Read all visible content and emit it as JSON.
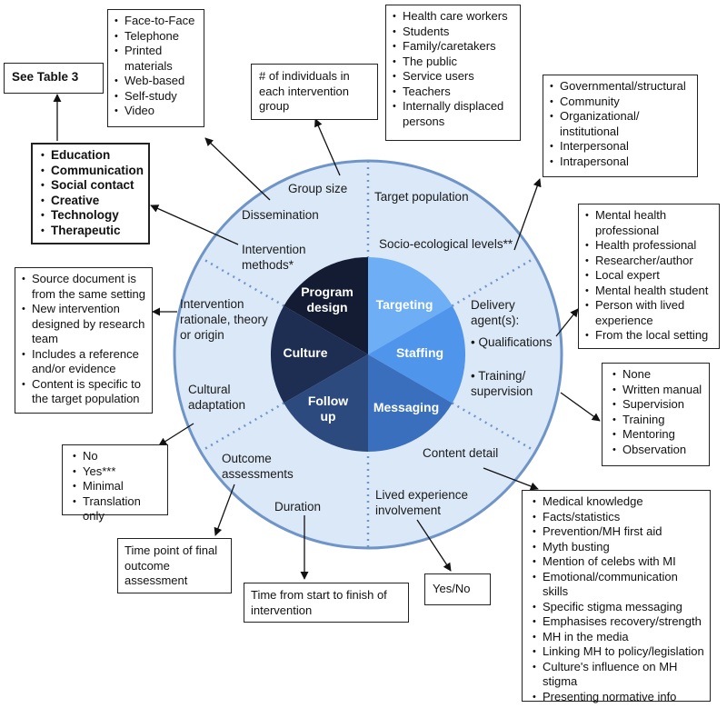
{
  "table_ref": "See Table 3",
  "boxes": {
    "modes": [
      "Face-to-Face",
      "Telephone",
      "Printed materials",
      "Web-based",
      "Self-study",
      "Video"
    ],
    "group_size_box": "# of individuals in each intervention group",
    "target_population": [
      "Health care workers",
      "Students",
      "Family/caretakers",
      "The public",
      "Service users",
      "Teachers",
      "Internally displaced persons"
    ],
    "socio_levels": [
      "Governmental/structural",
      "Community",
      "Organizational/ institutional",
      "Interpersonal",
      "Intrapersonal"
    ],
    "methods": [
      "Education",
      "Communication",
      "Social contact",
      "Creative",
      "Technology",
      "Therapeutic"
    ],
    "qualifications": [
      "Mental health professional",
      "Health professional",
      "Researcher/author",
      "Local expert",
      "Mental health student",
      "Person with lived experience",
      "From the local setting"
    ],
    "rationale": [
      "Source document is from the same setting",
      "New intervention designed by research team",
      "Includes a reference and/or evidence",
      "Content is specific to the target population"
    ],
    "training": [
      "None",
      "Written manual",
      "Supervision",
      "Training",
      "Mentoring",
      "Observation"
    ],
    "adaptation": [
      "No",
      "Yes***",
      "Minimal",
      "Translation only"
    ],
    "content": [
      "Medical knowledge",
      "Facts/statistics",
      "Prevention/MH first aid",
      "Myth busting",
      "Mention of celebs with MI",
      "Emotional/communication skills",
      "Specific stigma messaging",
      "Emphasises recovery/strength",
      "MH in the media",
      "Linking MH to policy/legislation",
      "Culture's influence on MH stigma",
      "Presenting normative info"
    ],
    "outcome_timepoint": "Time point of final outcome assessment",
    "duration_box": "Time from start to finish of intervention",
    "lived_yesno": "Yes/No"
  },
  "segments": {
    "group_size": "Group size",
    "dissemination": "Dissemination",
    "methods": "Intervention methods*",
    "rationale": "Intervention rationale, theory or origin",
    "cultural_adaptation": "Cultural adaptation",
    "outcome_assessments": "Outcome assessments",
    "duration": "Duration",
    "lived_experience": "Lived experience involvement",
    "target_population": "Target population",
    "socio_levels": "Socio-ecological levels**",
    "delivery_agents": "Delivery agent(s):",
    "qualifications": "• Qualifications",
    "training": "• Training/ supervision",
    "content_detail": "Content detail"
  },
  "inner": {
    "program_design": "Program design",
    "culture": "Culture",
    "follow_up": "Follow up",
    "targeting": "Targeting",
    "staffing": "Staffing",
    "messaging": "Messaging"
  },
  "colors": {
    "outer_circle": "#dbe8f7",
    "outer_stroke": "#6f95c8",
    "program_design": "#131c33",
    "culture": "#1e2e52",
    "follow_up": "#2c4a7e",
    "targeting": "#6eaef4",
    "staffing": "#4f95ec",
    "messaging": "#3a6fbe"
  }
}
